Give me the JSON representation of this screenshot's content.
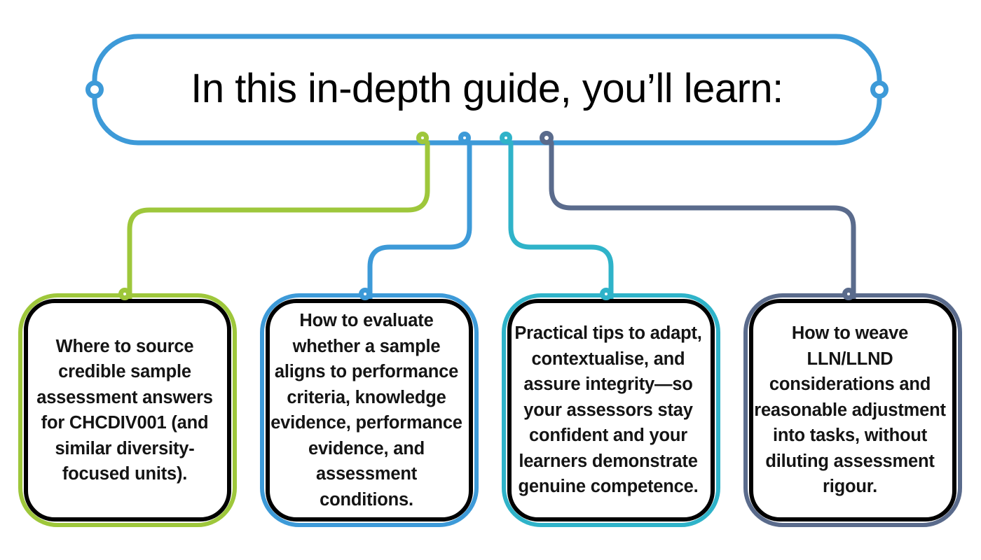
{
  "header": {
    "title": "In this in-depth guide, you’ll learn:",
    "pill_color": "#3d9ad8"
  },
  "palette": {
    "green": "#9ec73b",
    "blue": "#3d9ad8",
    "teal": "#2fb3c9",
    "slate": "#5a6b8c",
    "outline": "#000000",
    "card_bg": "#ffffff",
    "text": "#141414",
    "page_bg": "#ffffff"
  },
  "cards": [
    {
      "id": "source-sample-answers",
      "text": "Where to source credible sample assessment answers for CHCDIV001 (and similar diversity-focused units).",
      "color": "#9ec73b",
      "node_color": "#9ec73b"
    },
    {
      "id": "evaluate-alignment",
      "text": "How to evaluate whether a sample aligns to performance criteria, knowledge evidence, performance evidence, and assessment conditions.",
      "color": "#3d9ad8",
      "node_color": "#3d9ad8"
    },
    {
      "id": "adapt-contextualise-assure",
      "text": "Practical tips to adapt, contextualise, and assure integrity—so your assessors stay confident and your learners demonstrate genuine competence.",
      "color": "#2fb3c9",
      "node_color": "#2fb3c9"
    },
    {
      "id": "lln-reasonable-adjustment",
      "text": "How to weave LLN/LLND considerations and reasonable adjustment into tasks, without diluting assessment rigour.",
      "color": "#5a6b8c",
      "node_color": "#5a6b8c"
    }
  ],
  "connectors": [
    {
      "id": "connector-green",
      "from_hub": "hub-green",
      "to_card": "source-sample-answers",
      "color": "#9ec73b"
    },
    {
      "id": "connector-blue",
      "from_hub": "hub-blue",
      "to_card": "evaluate-alignment",
      "color": "#3d9ad8"
    },
    {
      "id": "connector-teal",
      "from_hub": "hub-teal",
      "to_card": "adapt-contextualise-assure",
      "color": "#2fb3c9"
    },
    {
      "id": "connector-slate",
      "from_hub": "hub-slate",
      "to_card": "lln-reasonable-adjustment",
      "color": "#5a6b8c"
    }
  ],
  "nodes": {
    "pill_left": "#3d9ad8",
    "pill_right": "#3d9ad8",
    "hub_green": "#9ec73b",
    "hub_blue": "#3d9ad8",
    "hub_teal": "#2fb3c9",
    "hub_slate": "#5a6b8c"
  }
}
